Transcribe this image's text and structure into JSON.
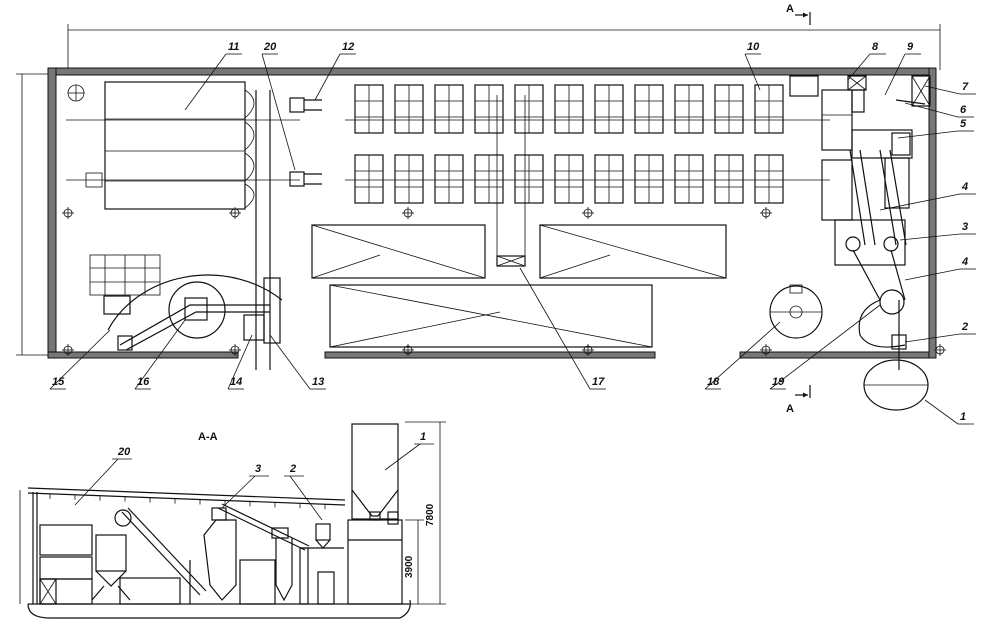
{
  "section_marks": {
    "top": "A",
    "bottom": "A",
    "section_title": "A-A"
  },
  "dimensions": {
    "total_height": "7800",
    "mid_height": "3900"
  },
  "plan_labels": [
    "1",
    "2",
    "3",
    "4",
    "4",
    "5",
    "6",
    "7",
    "8",
    "9",
    "10",
    "11",
    "12",
    "13",
    "14",
    "15",
    "16",
    "17",
    "18",
    "19",
    "20"
  ],
  "section_labels": [
    "1",
    "2",
    "3",
    "20"
  ]
}
